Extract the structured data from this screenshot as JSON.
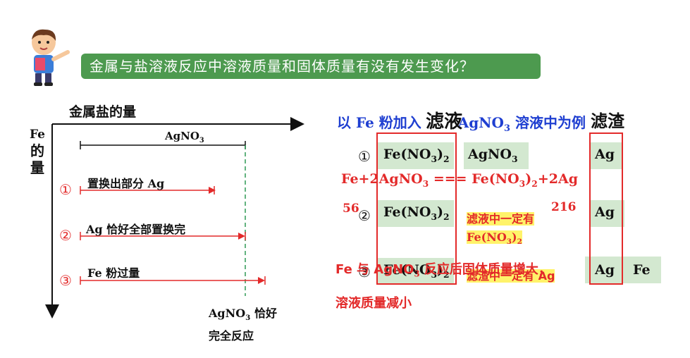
{
  "banner": {
    "text": "金属与盐溶液反应中溶液质量和固体质量有没有发生变化？"
  },
  "chart": {
    "y_axis_label_line1": "Fe",
    "y_axis_label_line2": "的",
    "y_axis_label_line3": "量",
    "x_axis_label": "金属盐的量",
    "agno3_label": "AgNO",
    "agno3_sub": "3",
    "row1_marker": "①",
    "row1_label": "置换出部分 Ag",
    "row2_marker": "②",
    "row2_label": "Ag 恰好全部置换完",
    "row3_marker": "③",
    "row3_label": "Fe 粉过量",
    "bottom_note_1a": "AgNO",
    "bottom_note_1sub": "3",
    "bottom_note_1b": " 恰好",
    "bottom_note_2": "完全反应"
  },
  "right": {
    "title_prefix": "以 Fe 粉加入",
    "title_mid": "AgNO",
    "title_sub": "3",
    "title_suffix": " 溶液中为例",
    "col_filtrate": "滤液",
    "col_residue": "滤渣",
    "row1_num": "①",
    "row2_num": "②",
    "row3_num": "③",
    "fe_no3": "Fe(NO",
    "sub3": "3",
    "close_sub2": ")",
    "sub2": "2",
    "agno3": "AgNO",
    "ag": "Ag",
    "fe": "Fe",
    "equation_a": "Fe+2AgNO",
    "equation_b": " === Fe(NO",
    "equation_c": ")",
    "equation_d": "+2Ag",
    "mass_56": "56",
    "mass_216": "216",
    "note_filtrate_1": "滤液中一定有",
    "note_filtrate_2a": "Fe(NO",
    "note_filtrate_2b": ")",
    "note_residue": "滤渣中一定有 Ag",
    "conclusion_1a": "Fe 与 AgNO",
    "conclusion_1b": " 反应后固体质量增大，",
    "conclusion_2": "溶液质量减小"
  }
}
